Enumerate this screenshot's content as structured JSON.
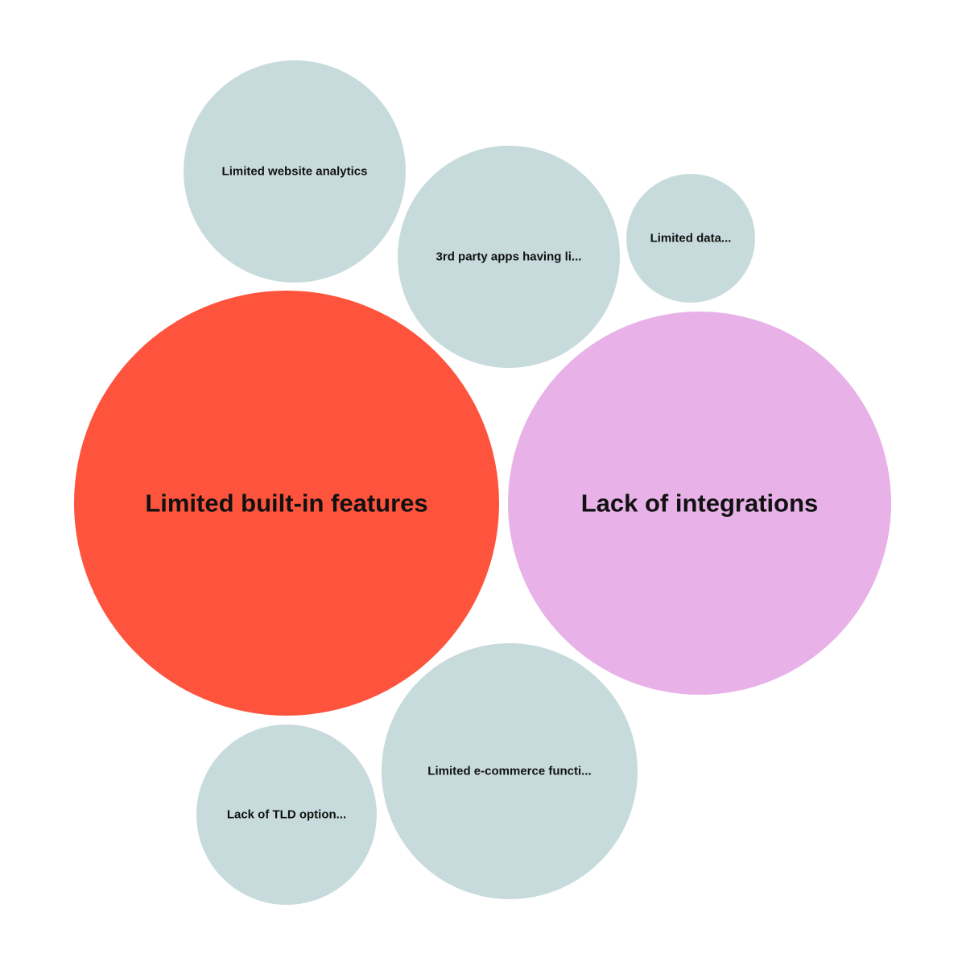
{
  "chart_data": {
    "type": "bubble",
    "title": "",
    "legend": "none",
    "bubbles": [
      {
        "label": "Limited built-in features",
        "color": "#fe543d",
        "emphasis": "high"
      },
      {
        "label": "Lack of integrations",
        "color": "#e8b2e8",
        "emphasis": "high"
      },
      {
        "label": "Limited e-commerce functi...",
        "color": "#c8dbdc",
        "emphasis": "low"
      },
      {
        "label": "3rd party apps having li...",
        "color": "#c8dbdc",
        "emphasis": "low"
      },
      {
        "label": "Limited website analytics",
        "color": "#c8dbdc",
        "emphasis": "low"
      },
      {
        "label": "Lack of TLD option...",
        "color": "#c8dbdc",
        "emphasis": "low"
      },
      {
        "label": "Limited data...",
        "color": "#c8dbdc",
        "emphasis": "low"
      }
    ]
  }
}
